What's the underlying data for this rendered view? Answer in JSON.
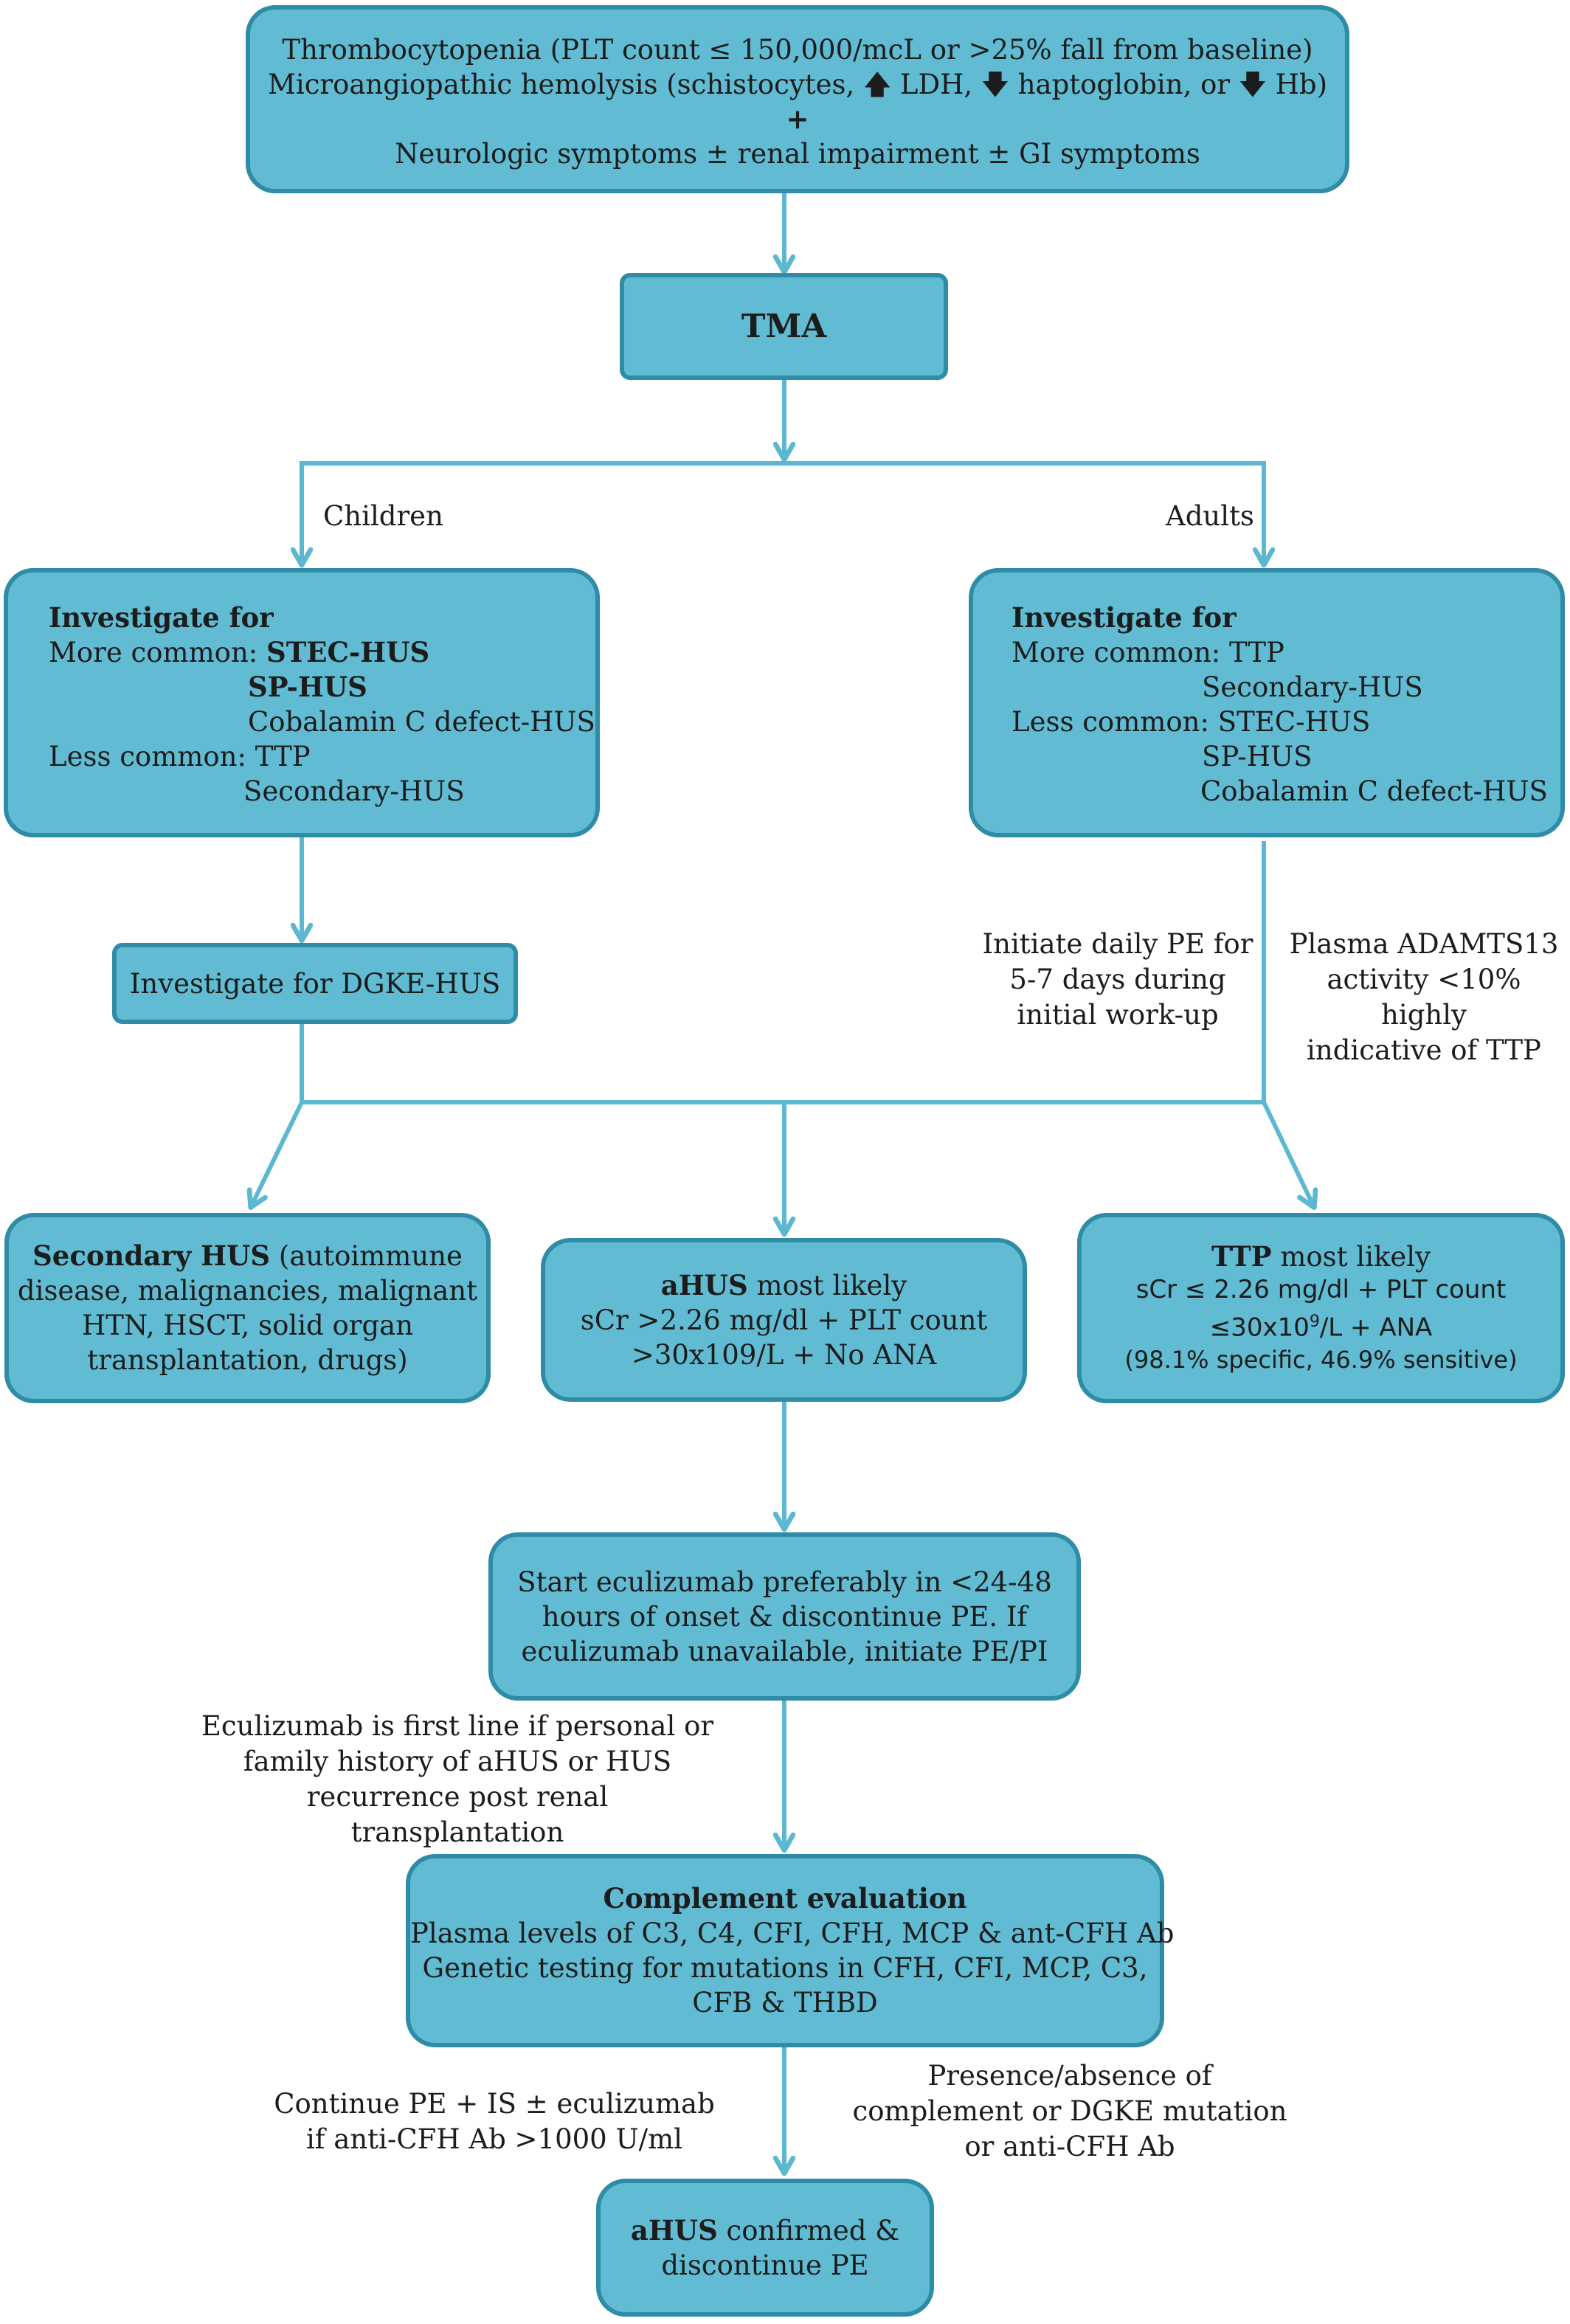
{
  "top_box": {
    "line1": "Thrombocytopenia (PLT count ≤ 150,000/mcL or >25% fall from baseline)",
    "line2_prefix": "Microangiopathic hemolysis (schistocytes, ",
    "line2_ldh": " LDH, ",
    "line2_hapto": " haptoglobin, or ",
    "line2_hb": " Hb)",
    "plus": "+",
    "line4": "Neurologic symptoms ± renal impairment ± GI symptoms"
  },
  "tma": "TMA",
  "branch_labels": {
    "children": "Children",
    "adults": "Adults"
  },
  "children_box": {
    "title": "Investigate for",
    "more_label": "More common: ",
    "more_items": [
      "STEC-HUS",
      "SP-HUS",
      "Cobalamin C defect-HUS"
    ],
    "less_label": "Less common: ",
    "less_items": [
      "TTP",
      "Secondary-HUS"
    ]
  },
  "adults_box": {
    "title": "Investigate for",
    "more_label": "More common: ",
    "more_items": [
      "TTP",
      "Secondary-HUS"
    ],
    "less_label": "Less common: ",
    "less_items": [
      "STEC-HUS",
      "SP-HUS",
      "Cobalamin C defect-HUS"
    ]
  },
  "dgke_box": "Investigate for DGKE-HUS",
  "pe_note": [
    "Initiate daily PE for",
    "5-7 days during",
    "initial work-up"
  ],
  "adamts_note": [
    "Plasma ADAMTS13",
    "activity <10% highly",
    "indicative of TTP"
  ],
  "secondary_box": {
    "title": "Secondary HUS",
    "line1_rest": " (autoimmune",
    "line2": "disease, malignancies, malignant",
    "line3": "HTN, HSCT, solid organ",
    "line4": "transplantation, drugs)"
  },
  "ahus_box": {
    "title": "aHUS",
    "title_rest": " most likely",
    "line2": "sCr >2.26 mg/dl + PLT count",
    "line3": ">30x109/L + No ANA"
  },
  "ttp_box": {
    "title": "TTP",
    "title_rest": " most likely",
    "line2": "sCr ≤ 2.26 mg/dl + PLT count",
    "line3_a": "≤30x10",
    "line3_sup": "9",
    "line3_b": "/L + ANA",
    "line4": "(98.1% specific, 46.9% sensitive)"
  },
  "eculizumab_box": [
    "Start eculizumab preferably in <24-48",
    "hours of onset & discontinue PE. If",
    "eculizumab unavailable, initiate PE/PI"
  ],
  "first_line_note": [
    "Eculizumab is first line if personal or",
    "family history of aHUS or HUS",
    "recurrence post renal transplantation"
  ],
  "complement_box": {
    "title": "Complement evaluation",
    "lines": [
      "Plasma levels of C3, C4, CFI, CFH, MCP & ant-CFH Ab",
      "Genetic testing for mutations in CFH, CFI, MCP, C3,",
      "CFB & THBD"
    ]
  },
  "continue_note": [
    "Continue PE + IS ± eculizumab",
    "if anti-CFH Ab >1000 U/ml"
  ],
  "presence_note": [
    "Presence/absence of",
    "complement or DGKE mutation",
    "or anti-CFH Ab"
  ],
  "final_box": {
    "title": "aHUS",
    "title_rest": " confirmed &",
    "line2": "discontinue PE"
  },
  "colors": {
    "box_fill": "#61bbd2",
    "box_border": "#2f8ca6",
    "connector": "#5cb8d0"
  }
}
